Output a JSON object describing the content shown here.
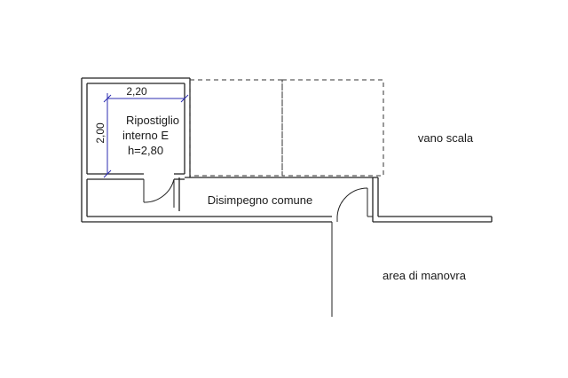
{
  "labels": {
    "room_name": "Ripostiglio",
    "room_id": "interno E",
    "room_height": "h=2,80",
    "corridor": "Disimpegno comune",
    "stairwell": "vano scala",
    "maneuver_area": "area di manovra"
  },
  "dimensions": {
    "width": "2,20",
    "depth": "2,00"
  },
  "colors": {
    "walls": "#222222",
    "dimension_lines": "#2b2bb0",
    "background": "#ffffff"
  }
}
